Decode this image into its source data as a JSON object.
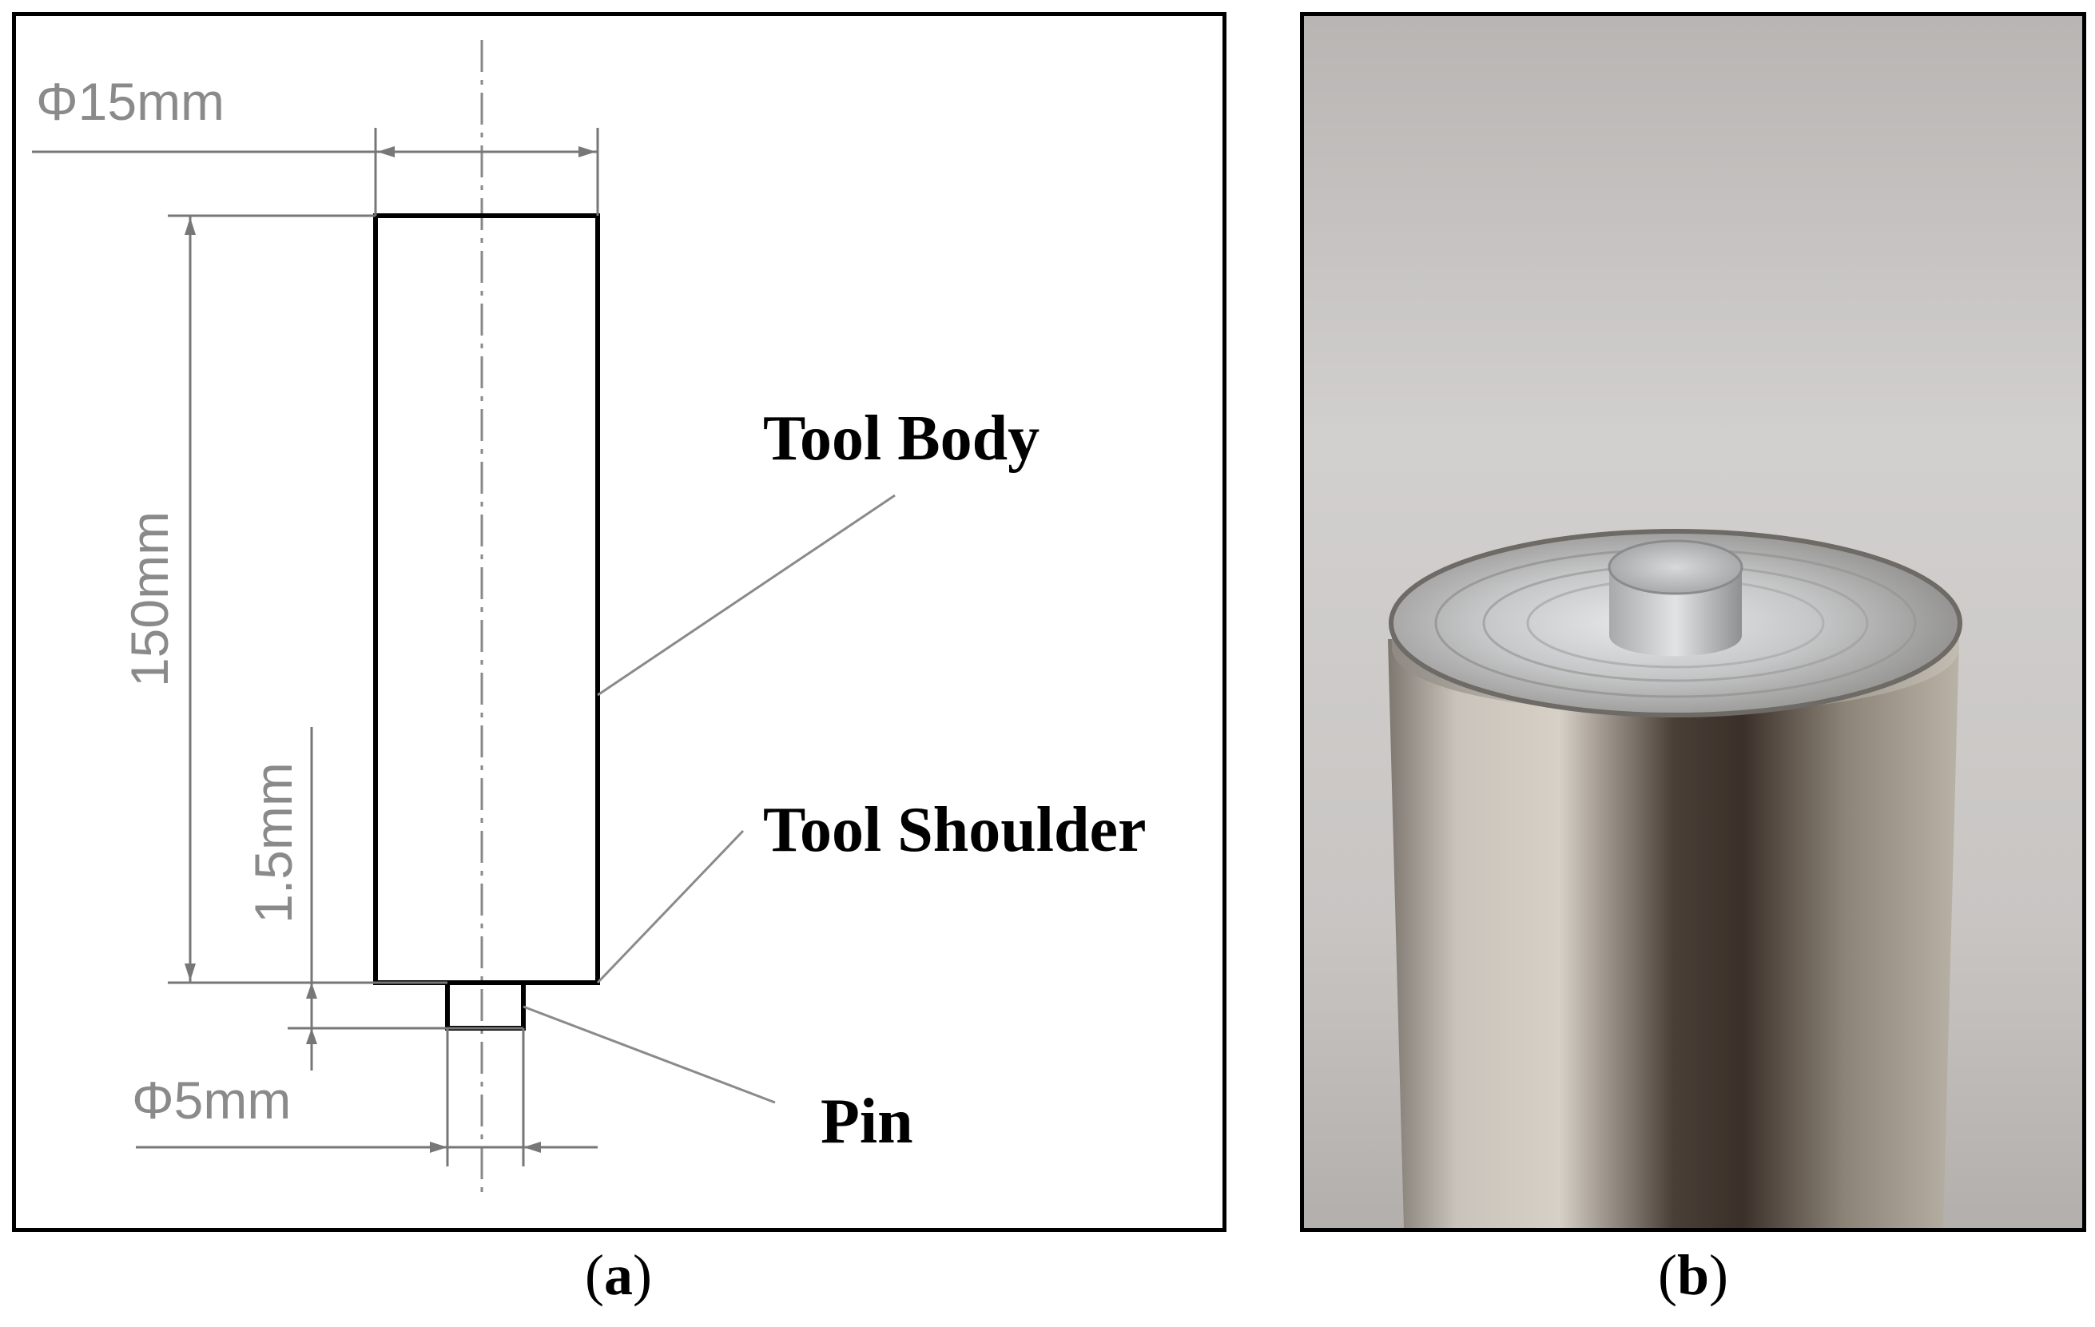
{
  "panel_a": {
    "dims": {
      "body_diameter": "Φ15mm",
      "length": "150mm",
      "pin_length": "1.5mm",
      "pin_diameter": "Φ5mm"
    },
    "labels": {
      "tool_body": "Tool Body",
      "tool_shoulder": "Tool Shoulder",
      "pin": "Pin"
    },
    "caption": {
      "open": "(",
      "letter": "a",
      "close": ")"
    }
  },
  "panel_b": {
    "caption": {
      "open": "(",
      "letter": "b",
      "close": ")"
    }
  }
}
